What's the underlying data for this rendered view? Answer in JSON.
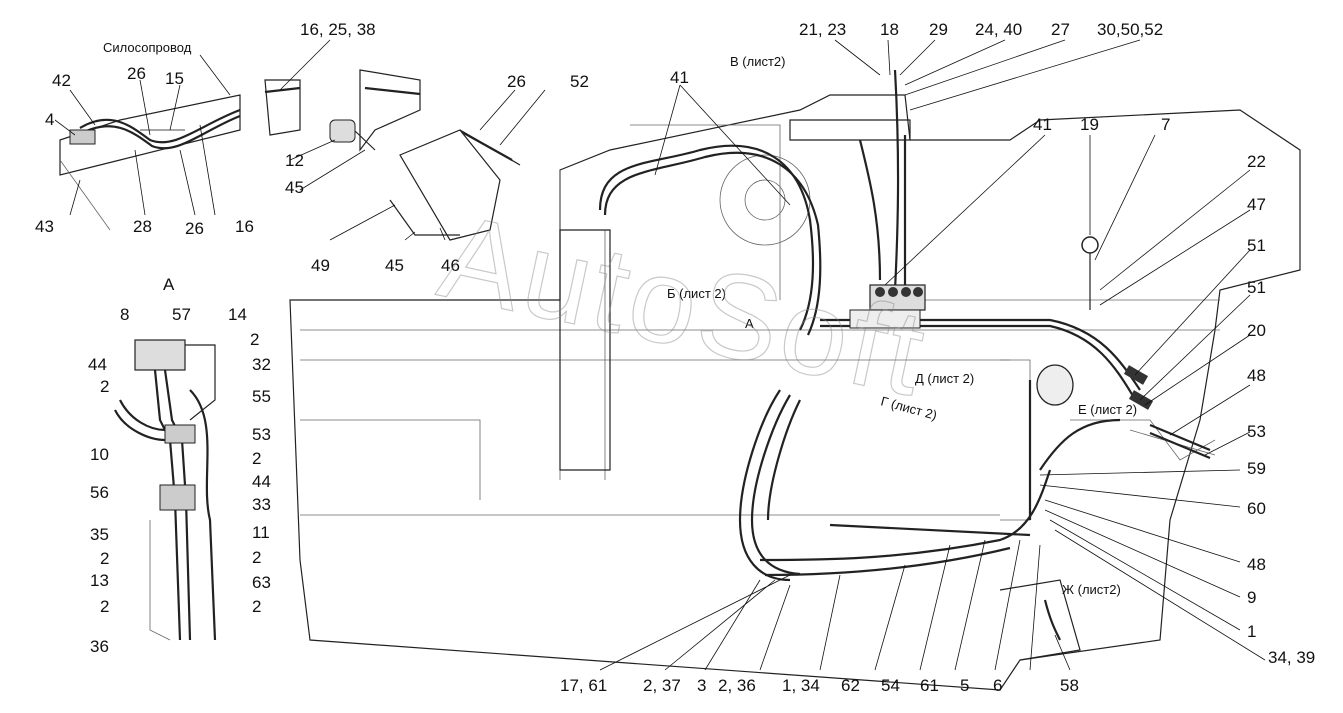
{
  "watermark": "AutoSoft",
  "view_label": "А",
  "annotations": {
    "silo": "Силосопровод",
    "sheet_v": "В (лист2)",
    "sheet_b": "Б (лист 2)",
    "sheet_a_mark": "А",
    "sheet_g": "Г (лист 2)",
    "sheet_d": "Д (лист 2)",
    "sheet_e": "Е (лист 2)",
    "sheet_zh": "Ж (лист2)"
  },
  "callouts": {
    "c16_25_38": "16, 25, 38",
    "c42": "42",
    "c26a": "26",
    "c15": "15",
    "c4": "4",
    "c43": "43",
    "c28": "28",
    "c26b": "26",
    "c16": "16",
    "c12": "12",
    "c45a": "45",
    "c49": "49",
    "c45b": "45",
    "c46": "46",
    "c26c": "26",
    "c52": "52",
    "c41a": "41",
    "c21_23": "21, 23",
    "c18": "18",
    "c29": "29",
    "c24_40": "24, 40",
    "c27": "27",
    "c30_50_52": "30,50,52",
    "c41b": "41",
    "c19": "19",
    "c7": "7",
    "c22": "22",
    "c47": "47",
    "c51a": "51",
    "c51b": "51",
    "c20": "20",
    "c48a": "48",
    "c53a": "53",
    "c59": "59",
    "c60": "60",
    "c48b": "48",
    "c9": "9",
    "c1": "1",
    "c34_39": "34, 39",
    "c17_61": "17, 61",
    "c2_37": "2, 37",
    "c3": "3",
    "c2_36": "2, 36",
    "c1_34": "1, 34",
    "c62": "62",
    "c54": "54",
    "c61": "61",
    "c5": "5",
    "c6": "6",
    "c58": "58",
    "a8": "8",
    "a57": "57",
    "a14": "14",
    "a2a": "2",
    "a44a": "44",
    "a32": "32",
    "a2b": "2",
    "a55": "55",
    "a53": "53",
    "a10": "10",
    "a2c": "2",
    "a56": "56",
    "a44b": "44",
    "a33": "33",
    "a11": "11",
    "a35": "35",
    "a2d": "2",
    "a2e": "2",
    "a13": "13",
    "a63": "63",
    "a2f": "2",
    "a2g": "2",
    "a36": "36"
  }
}
